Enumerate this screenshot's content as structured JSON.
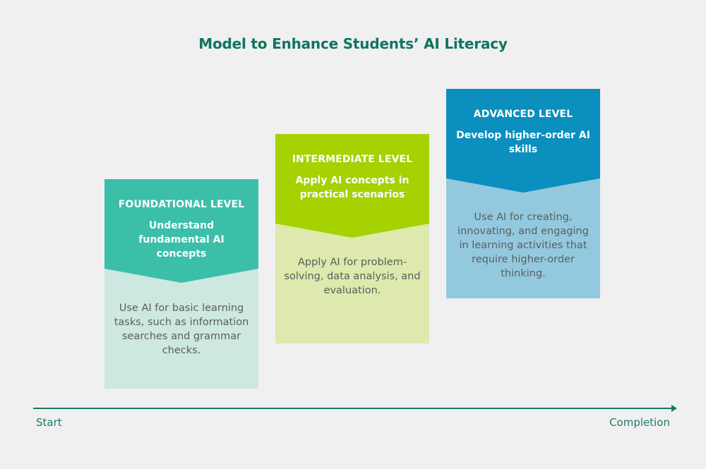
{
  "title": "Model to Enhance Students’ AI Literacy",
  "levels": [
    {
      "name": "FOUNDATIONAL LEVEL",
      "goal": "Understand fundamental AI concepts",
      "description": "Use AI for basic learning tasks, such as information searches and grammar checks.",
      "header_color": "#3bbfa9",
      "body_color": "#cde7e1"
    },
    {
      "name": "INTERMEDIATE LEVEL",
      "goal": "Apply AI concepts in practical scenarios",
      "description": "Apply AI for problem-solving, data analysis, and evaluation.",
      "header_color": "#a5d200",
      "body_color": "#dde9ad"
    },
    {
      "name": "ADVANCED LEVEL",
      "goal": "Develop higher-order AI skills",
      "description": "Use AI for creating, innovating, and engaging in learning activities that require higher-order thinking.",
      "header_color": "#0a8fbf",
      "body_color": "#93c9de"
    }
  ],
  "axis": {
    "start_label": "Start",
    "end_label": "Completion",
    "color": "#177868"
  },
  "title_color": "#0f7560"
}
